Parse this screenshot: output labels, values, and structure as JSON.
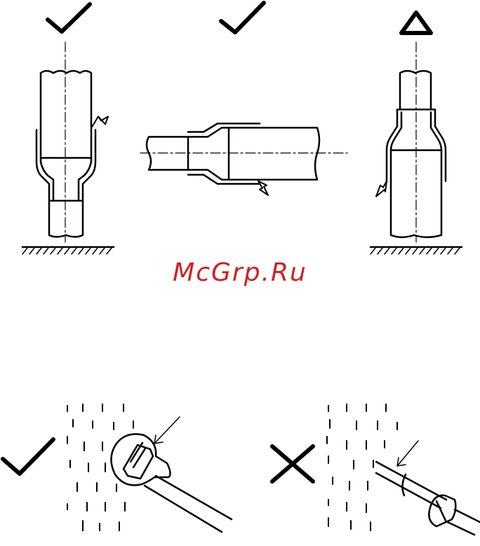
{
  "watermark": {
    "text": "McGrp.Ru",
    "color": "#d02020"
  },
  "colors": {
    "ink": "#000000",
    "background": "#ffffff"
  },
  "marks": {
    "fig1": "check-mark",
    "fig2": "check-mark",
    "fig3": "warning-triangle",
    "fig4": "check-mark",
    "fig5": "cross-mark"
  }
}
